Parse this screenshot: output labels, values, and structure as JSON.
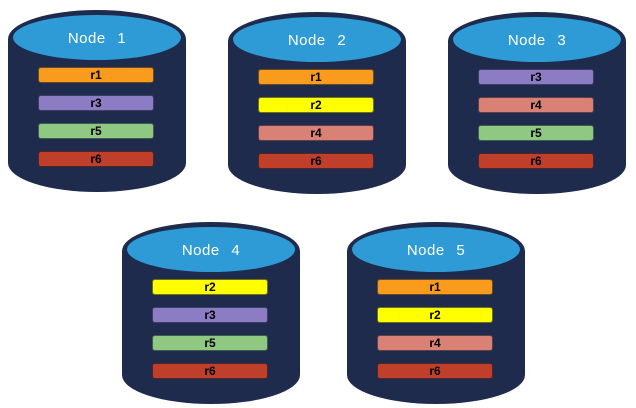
{
  "diagram": {
    "description": "database-replication-diagram",
    "node_count": 5
  },
  "colors": {
    "cylinder_body": "#1F2B4D",
    "cylinder_top_face": "#2E9BD6",
    "node_label_text": "#FFFFFF",
    "bar_text": "#000000",
    "replicas": {
      "r1": "#F99B1C",
      "r2": "#FFFF00",
      "r3": "#8C7CC4",
      "r4": "#D98175",
      "r5": "#8FC882",
      "r6": "#BF3F2B"
    }
  },
  "nodes": [
    {
      "label": "Node 1",
      "replicas": [
        "r1",
        "r3",
        "r5",
        "r6"
      ]
    },
    {
      "label": "Node 2",
      "replicas": [
        "r1",
        "r2",
        "r4",
        "r6"
      ]
    },
    {
      "label": "Node 3",
      "replicas": [
        "r3",
        "r4",
        "r5",
        "r6"
      ]
    },
    {
      "label": "Node 4",
      "replicas": [
        "r2",
        "r3",
        "r5",
        "r6"
      ]
    },
    {
      "label": "Node 5",
      "replicas": [
        "r1",
        "r2",
        "r4",
        "r6"
      ]
    }
  ]
}
